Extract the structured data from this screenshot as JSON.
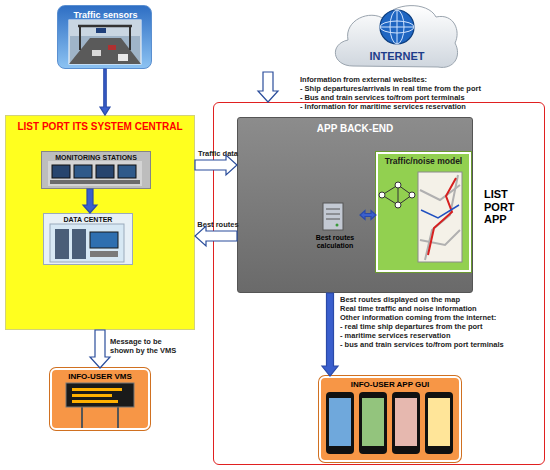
{
  "diagram": {
    "nodes": [
      {
        "text": [
          "Traffic sensors"
        ]
      },
      {
        "text": [
          "INTERNET"
        ]
      },
      {
        "text": [
          "LIST PORT ITS SYSTEM CENTRAL"
        ]
      },
      {
        "text": [
          "MONITORING STATIONS"
        ],
        "in": 2
      },
      {
        "text": [
          "DATA CENTER"
        ],
        "in": 2
      },
      {
        "text": [
          "LIST PORT APP"
        ]
      },
      {
        "text": [
          "APP BACK-END"
        ],
        "in": 5
      },
      {
        "text": [
          "Best routes calculation"
        ],
        "in": 6
      },
      {
        "text": [
          "Traffic/noise model"
        ],
        "in": 6
      },
      {
        "text": [
          "INFO-USER VMS"
        ]
      },
      {
        "text": [
          "INFO-USER APP GUI"
        ],
        "in": 5
      }
    ],
    "edges": [
      {
        "from": 0,
        "to": 2,
        "arrow": "to"
      },
      {
        "from": 1,
        "to": 5,
        "arrow": "to"
      },
      {
        "from": 2,
        "to": 6,
        "label": "Traffic data",
        "arrow": "to"
      },
      {
        "from": 6,
        "to": 2,
        "label": "Best routes",
        "arrow": "to"
      },
      {
        "from": 2,
        "to": 9,
        "label": "Message to be shown by the VMS",
        "arrow": "to"
      },
      {
        "from": 3,
        "to": 4,
        "arrow": "to"
      },
      {
        "from": 7,
        "to": 8,
        "arrow": "both"
      },
      {
        "from": 6,
        "to": 10,
        "arrow": "to"
      }
    ],
    "labels": [
      "Information from external websites:",
      "- Ship departures/arrivals in real time from the port",
      "- Bus and train services to/from port terminals",
      "- Information for maritime services reservation",
      "Best routes displayed on the map",
      "Real time traffic and noise information",
      "Other information coming from the internet:",
      "- real time ship departures from the port",
      "- maritime services reservation",
      "- bus and train services to/from port terminals"
    ]
  }
}
